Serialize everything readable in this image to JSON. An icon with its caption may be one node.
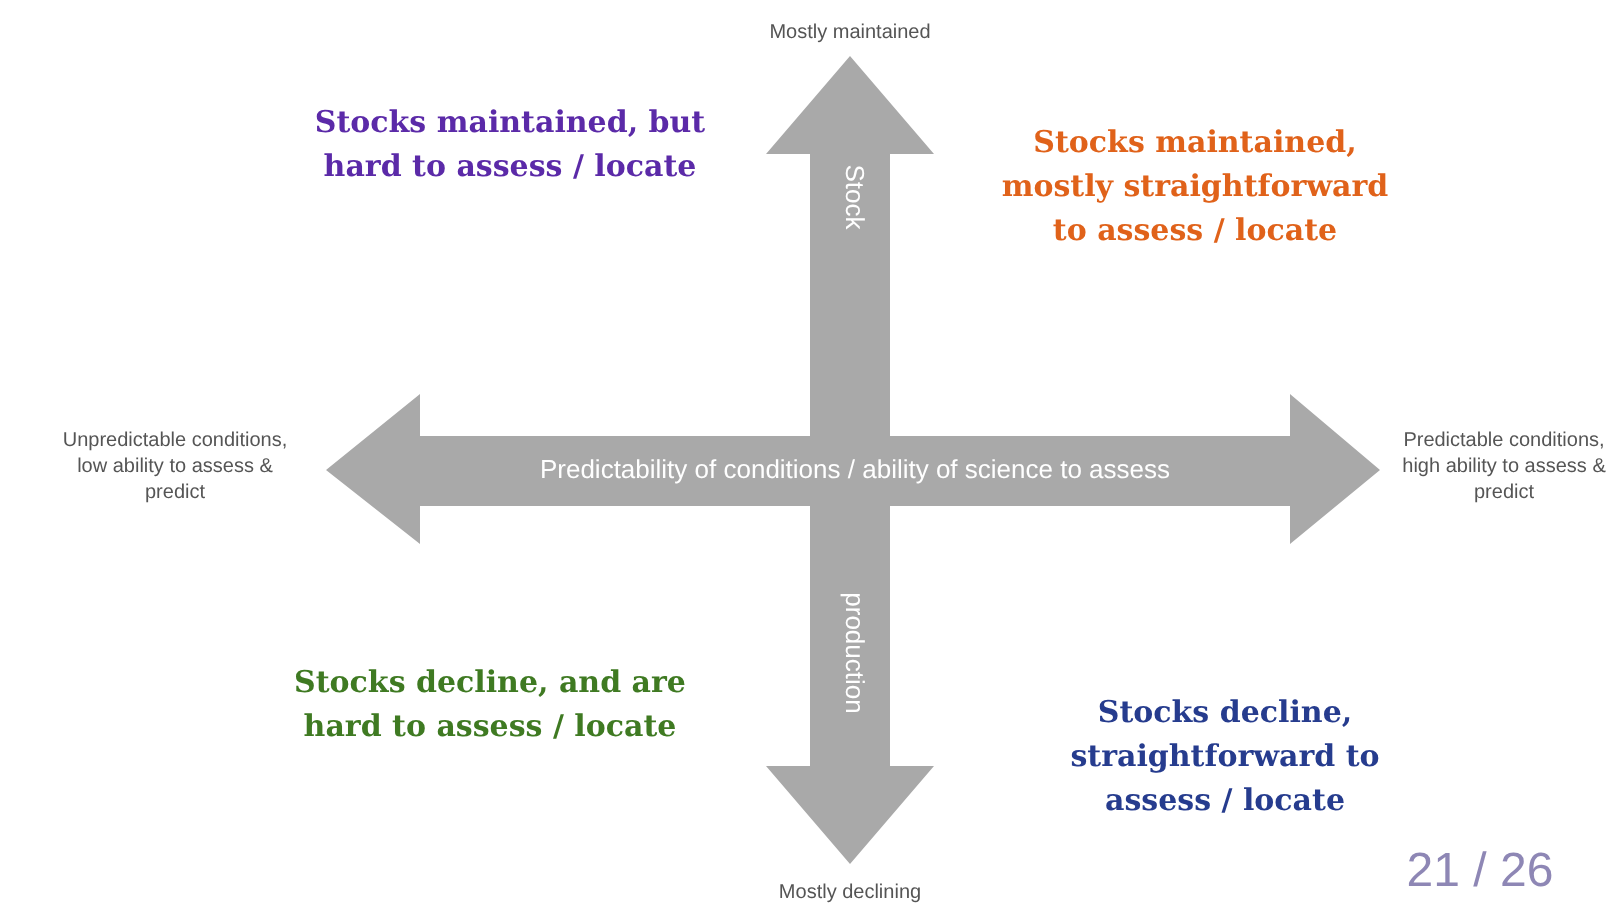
{
  "diagram": {
    "labels": [
      "Mostly maintained",
      "Stocks maintained, but hard to assess / locate",
      "Stock",
      "Stocks maintained, mostly straightforward to assess / locate",
      "Unpredictable conditions, low ability to assess & predict",
      "Predictability of conditions / ability of science to assess",
      "Predictable conditions, high ability to assess & predict",
      "production",
      "Stocks decline, and are hard to assess / locate",
      "Stocks decline, straightforward to assess / locate",
      "Mostly declining",
      "21 / 26"
    ]
  }
}
